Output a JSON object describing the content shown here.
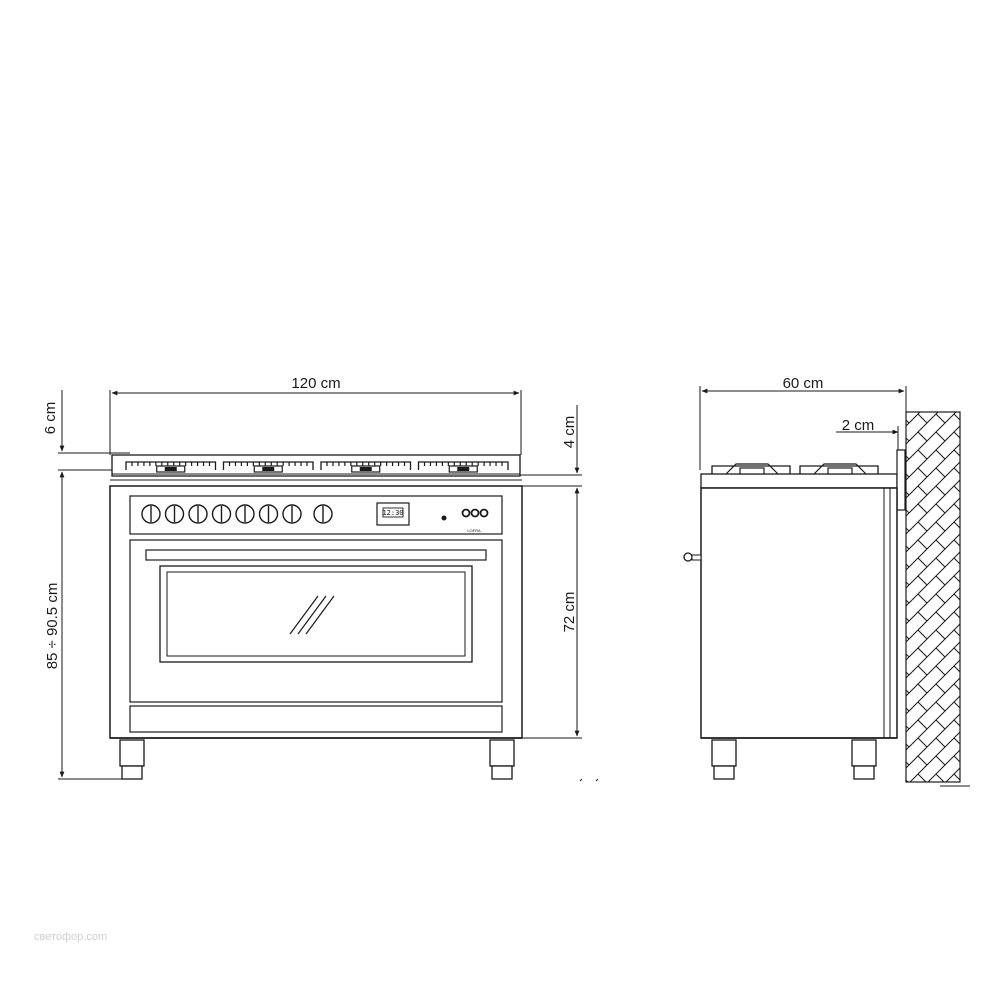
{
  "dimensions": {
    "width_total": "120 cm",
    "top_height": "6 cm",
    "hob_thickness": "4 cm",
    "height_range": "85 ÷ 90.5 cm",
    "body_height": "72 cm",
    "depth": "60 cm",
    "wall_gap": "2 cm"
  },
  "front_view": {
    "burner_count": 4,
    "knob_count": 8,
    "clock_display": "12:30",
    "brand_mark": "LOFRA"
  },
  "side_view": {
    "burner_count": 2
  },
  "watermark": "светофор.com"
}
